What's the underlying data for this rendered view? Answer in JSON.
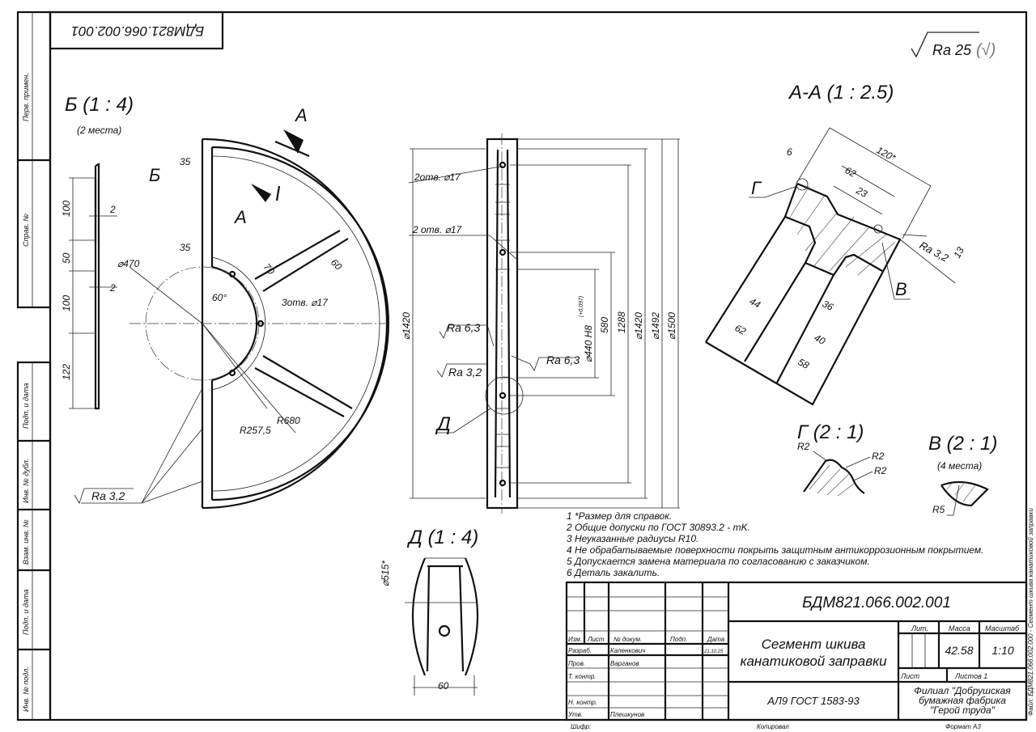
{
  "stamp_top_left": "БДМ821.066.002.001",
  "roughness_general": {
    "value": "Ra 25",
    "mark": "(√)"
  },
  "side_strip": [
    "Перв. примен.",
    "Справ. №",
    "Подп. и дата",
    "Инв. № дубл.",
    "Взам. инв. №",
    "Подп. и дата",
    "Инв. № подл."
  ],
  "view_b": {
    "title": "Б (1 : 4)",
    "subtitle": "(2 места)",
    "dims": [
      "100",
      "2",
      "50",
      "2",
      "100",
      "122"
    ]
  },
  "front_view": {
    "label_b": "Б",
    "label_a1": "А",
    "label_a2": "А",
    "dims": {
      "d35a": "35",
      "d35b": "35",
      "d470": "⌀470",
      "d70": "70",
      "d60": "60",
      "a60": "60°",
      "holes": "3отв. ⌀17",
      "r257": "R257,5",
      "r680": "R680",
      "ra": "Ra 3,2"
    }
  },
  "side_view": {
    "holes1": "2отв. ⌀17",
    "holes2": "2 отв. ⌀17",
    "ra63a": "Ra 6,3",
    "ra63b": "Ra 6,3",
    "ra32": "Ra 3,2",
    "label_d": "Д",
    "d1420_left": "⌀1420",
    "d440": "⌀440 H8",
    "tol": "(+0,097)",
    "d580": "580",
    "d1288": "1288",
    "d1420": "⌀1420",
    "d1492": "⌀1492",
    "d1500": "⌀1500"
  },
  "section_aa": {
    "title": "А-А (1 : 2.5)",
    "label_g": "Г",
    "label_v": "В",
    "dims": {
      "d6": "6",
      "d120": "120*",
      "d62t": "62",
      "d23": "23",
      "ra": "Ra 3,2",
      "d13": "13",
      "d44": "44",
      "d62b": "62",
      "d36": "36",
      "d40": "40",
      "d58": "58"
    }
  },
  "detail_g": {
    "title": "Г (2 : 1)",
    "r1": "R2",
    "r2": "R2",
    "r3": "R2"
  },
  "detail_v": {
    "title": "В (2 : 1)",
    "subtitle": "(4 места)",
    "r": "R5"
  },
  "detail_d": {
    "title": "Д (1 : 4)",
    "d515": "⌀515*",
    "d60": "60"
  },
  "notes": [
    "1 *Размер для справок.",
    "2 Общие допуски по ГОСТ 30893.2 - mK.",
    "3 Неуказанные радиусы R10.",
    "4 Не обрабатываемые поверхности покрыть защитным антикоррозионным покрытием.",
    "5 Допускается замена материала по согласованию с заказчиком.",
    "6 Деталь закалить."
  ],
  "title_block": {
    "designation": "БДМ821.066.002.001",
    "name_line1": "Сегмент шкива",
    "name_line2": "канатиковой заправки",
    "material": "АЛ9 ГОСТ 1583-93",
    "org_line1": "Филиал \"Добрушская",
    "org_line2": "бумажная фабрика",
    "org_line3": "\"Герой труда\"",
    "headers": {
      "izm": "Изм.",
      "list": "Лист",
      "doc": "№ докум.",
      "podp": "Подп.",
      "date": "Дата",
      "lit": "Лит.",
      "mass": "Масса",
      "scale": "Масштаб"
    },
    "mass": "42.58",
    "scale": "1:10",
    "sheet": "Лист",
    "sheets": "Листов 1",
    "roles": [
      {
        "role": "Разраб.",
        "name": "Каленкович",
        "date": "21.10.25"
      },
      {
        "role": "Пров.",
        "name": "Варганов",
        "date": ""
      },
      {
        "role": "Т. контр.",
        "name": "",
        "date": ""
      },
      {
        "role": "",
        "name": "",
        "date": ""
      },
      {
        "role": "Н. контр.",
        "name": "",
        "date": ""
      },
      {
        "role": "Утв.",
        "name": "Плешкунов",
        "date": ""
      }
    ],
    "cipher": "Шифр:",
    "copied": "Копировал",
    "format": "Формат А3",
    "file_note": "Файл: БДМ821.066.002.000 - Сегмент шкива канатиковой заправки"
  }
}
